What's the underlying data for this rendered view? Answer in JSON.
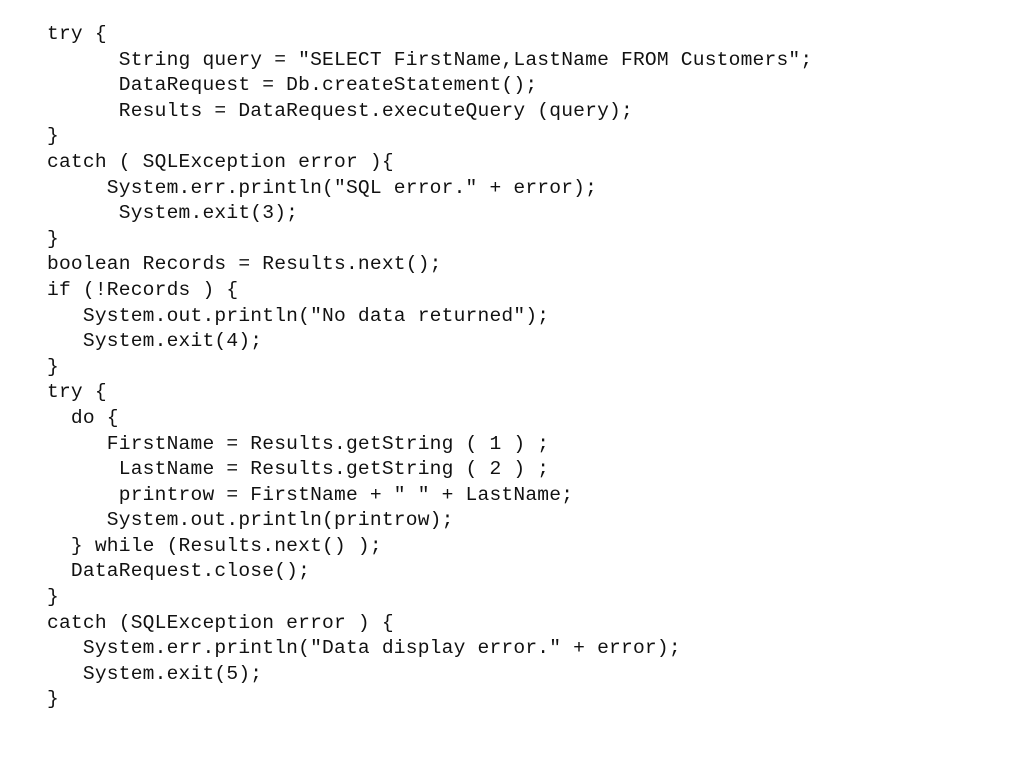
{
  "code": {
    "lines": [
      "try {",
      "      String query = \"SELECT FirstName,LastName FROM Customers\";",
      "      DataRequest = Db.createStatement();",
      "      Results = DataRequest.executeQuery (query);",
      "}",
      "catch ( SQLException error ){",
      "     System.err.println(\"SQL error.\" + error);",
      "      System.exit(3);",
      "}",
      "boolean Records = Results.next();",
      "if (!Records ) {",
      "   System.out.println(\"No data returned\");",
      "   System.exit(4);",
      "}",
      "try {",
      "  do {",
      "     FirstName = Results.getString ( 1 ) ;",
      "      LastName = Results.getString ( 2 ) ;",
      "      printrow = FirstName + \" \" + LastName;",
      "     System.out.println(printrow);",
      "  } while (Results.next() );",
      "  DataRequest.close();",
      "}",
      "catch (SQLException error ) {",
      "   System.err.println(\"Data display error.\" + error);",
      "   System.exit(5);",
      "}"
    ]
  }
}
